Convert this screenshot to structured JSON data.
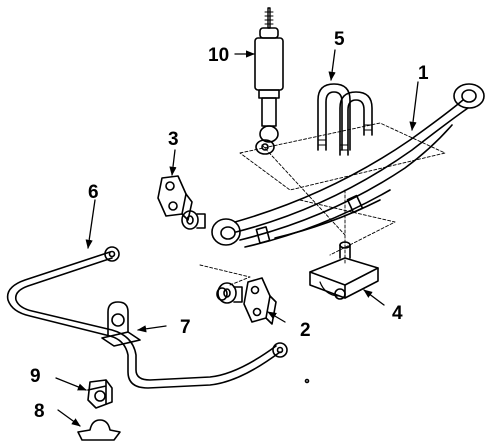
{
  "callouts": [
    {
      "id": "1",
      "label": "1"
    },
    {
      "id": "2",
      "label": "2"
    },
    {
      "id": "3",
      "label": "3"
    },
    {
      "id": "4",
      "label": "4"
    },
    {
      "id": "5",
      "label": "5"
    },
    {
      "id": "6",
      "label": "6"
    },
    {
      "id": "7",
      "label": "7"
    },
    {
      "id": "8",
      "label": "8"
    },
    {
      "id": "9",
      "label": "9"
    },
    {
      "id": "10",
      "label": "10"
    }
  ],
  "parts": [
    {
      "callout": "1",
      "icon": "leaf-spring"
    },
    {
      "callout": "2",
      "icon": "rear-shackle"
    },
    {
      "callout": "3",
      "icon": "front-shackle"
    },
    {
      "callout": "4",
      "icon": "spring-seat-plate"
    },
    {
      "callout": "5",
      "icon": "u-bolts"
    },
    {
      "callout": "6",
      "icon": "stabilizer-bar"
    },
    {
      "callout": "7",
      "icon": "stabilizer-bracket"
    },
    {
      "callout": "8",
      "icon": "bushing-clamp"
    },
    {
      "callout": "9",
      "icon": "stabilizer-bushing"
    },
    {
      "callout": "10",
      "icon": "shock-absorber"
    }
  ]
}
